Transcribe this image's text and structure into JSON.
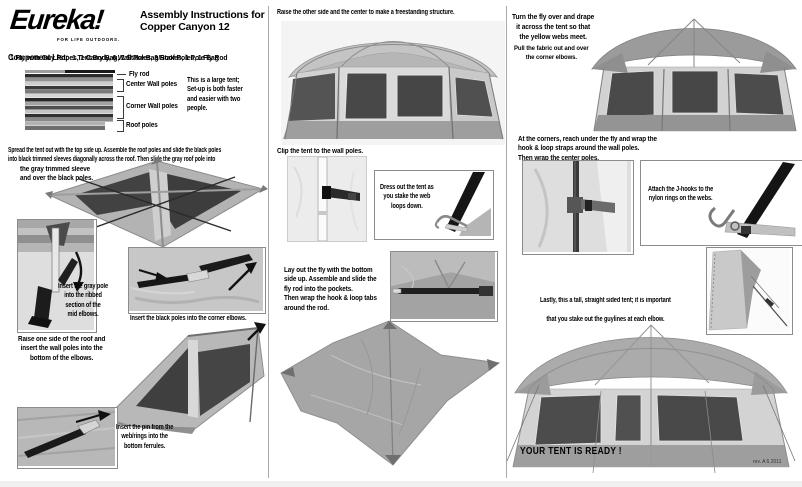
{
  "colors": {
    "divider": "#a8a8a8",
    "text": "#000000",
    "box_border": "#8c8c8c"
  },
  "brand": {
    "logo": "Eureka!",
    "tagline": "FOR LIFE OUTDOORS."
  },
  "header": {
    "title": "Assembly Instructions for\nCopper Canyon 12",
    "component_label": "Component List:",
    "components_line1": "1 Tent Body, 6 Wall Poles, 3 Roof Poles,  1 Fly Rod",
    "components_line2": "1 Fly with Guy Ropes, 1 Carry Bag, 1 Stake Bag/Stakes, 1 Pole Bag"
  },
  "poles": {
    "labels": [
      "Fly rod",
      "Center Wall poles",
      "Corner Wall poles",
      "Roof poles"
    ],
    "note": "This is a large tent;\nSet-up is both faster\nand easier with two\npeople."
  },
  "left": {
    "step_spread": "Spread the tent out with the top side up. Assemble the roof poles and slide the black poles\ninto black trimmed sleeves diagonally across the roof. Then slide the gray roof pole into",
    "step_spread_tail": "the gray trimmed sleeve\nand over the black poles.",
    "caption_mid_elbow": "Insert the gray pole\ninto the ribbed\nsection of the\nmid elbows.",
    "caption_corner_elbow": "Insert the black poles into the corner elbows.",
    "step_raise": "Raise one side of the roof and\ninsert the wall poles into the\nbottom of the elbows.",
    "caption_pin": "Insert the pin from the\nweb/rings into the\nbottom ferrules."
  },
  "middle": {
    "step_freestanding": "Raise the other side and the center to make a freestanding structure.",
    "step_clip": "Clip the tent to the wall poles.",
    "caption_dress": "Dress out the tent as\nyou stake the web\nloops down.",
    "step_fly": "Lay out the fly with the bottom\nside up.  Assemble and slide the\nfly rod into the pockets.\nThen wrap the hook & loop tabs\naround the rod."
  },
  "right": {
    "step_turn_fly": "Turn the fly over and drape\nit across the tent so that\nthe yellow webs meet.",
    "step_turn_fly_2": "Pull the fabric out and over\nthe corner elbows.",
    "step_corners": "At the corners, reach under the fly and wrap the\nhook & loop straps around the wall poles.\nThen wrap the center poles.",
    "caption_jhooks": "Attach the J-hooks to the\nnylon rings on the webs.",
    "step_lastly_1": "Lastly, this a tall, straight sided tent; it is",
    "step_lastly_bold": "important",
    "step_lastly_2": "that you stake out the guylines at each elbow.",
    "ready": "YOUR TENT IS READY !",
    "revision": "rev. A 6.2011"
  }
}
